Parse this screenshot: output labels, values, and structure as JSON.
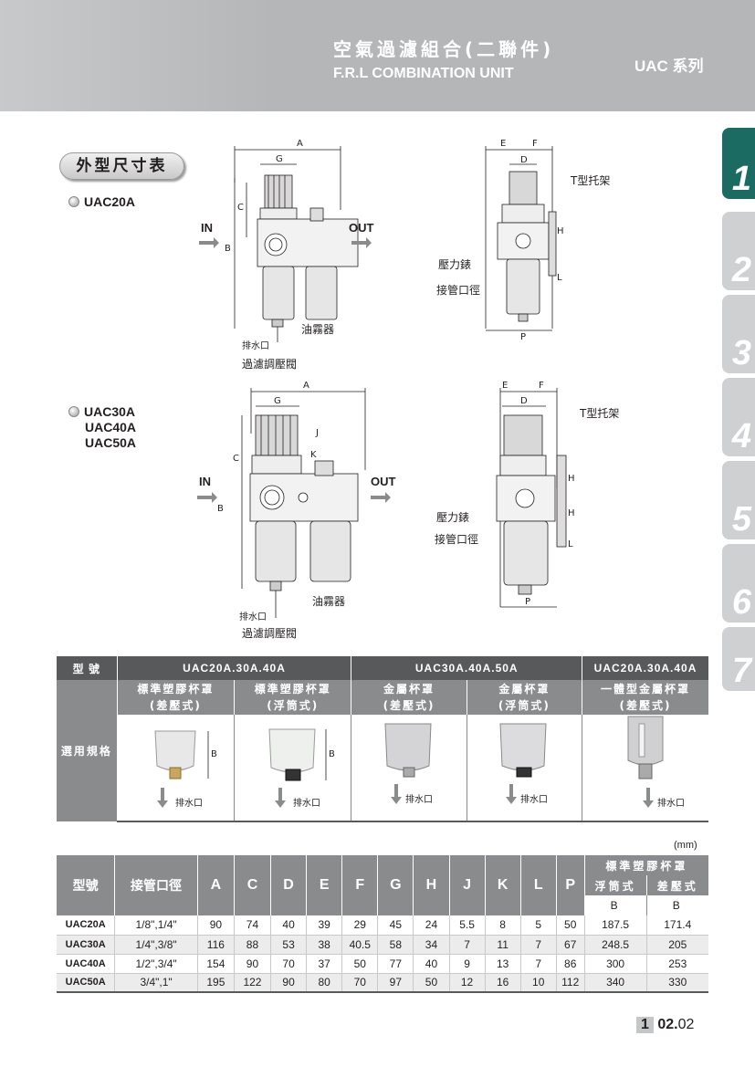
{
  "header": {
    "title_cn": "空氣過濾組合(二聯件)",
    "title_en": "F.R.L COMBINATION UNIT",
    "series": "UAC 系列"
  },
  "side_tabs": [
    "1",
    "2",
    "3",
    "4",
    "5",
    "6",
    "7"
  ],
  "section_title": "外型尺寸表",
  "models": {
    "group1": [
      "UAC20A"
    ],
    "group2": [
      "UAC30A",
      "UAC40A",
      "UAC50A"
    ]
  },
  "drawing_labels": {
    "in": "IN",
    "out": "OUT",
    "dim_A": "A",
    "dim_B": "B",
    "dim_C": "C",
    "dim_D": "D",
    "dim_E": "E",
    "dim_F": "F",
    "dim_G": "G",
    "dim_H": "H",
    "dim_J": "J",
    "dim_K": "K",
    "dim_L": "L",
    "dim_P": "P",
    "bracket": "T型托架",
    "gauge": "壓力錶",
    "port": "接管口徑",
    "lubricator": "油霧器",
    "drain": "排水口",
    "filter_regulator": "過濾調壓閥"
  },
  "spec_table": {
    "model_header": "型 號",
    "group_headers": [
      "UAC20A.30A.40A",
      "UAC30A.40A.50A",
      "UAC20A.30A.40A"
    ],
    "bowl_types": [
      {
        "line1": "標準塑膠杯罩",
        "line2": "(差壓式)"
      },
      {
        "line1": "標準塑膠杯罩",
        "line2": "(浮筒式)"
      },
      {
        "line1": "金屬杯罩",
        "line2": "(差壓式)"
      },
      {
        "line1": "金屬杯罩",
        "line2": "(浮筒式)"
      },
      {
        "line1": "一體型金屬杯罩",
        "line2": "(差壓式)"
      }
    ],
    "row_label": "選用規格",
    "drain_label": "排水口",
    "dim_label": "B"
  },
  "dim_table": {
    "unit": "(mm)",
    "headers": [
      "型號",
      "接管口徑",
      "A",
      "C",
      "D",
      "E",
      "F",
      "G",
      "H",
      "J",
      "K",
      "L",
      "P"
    ],
    "bowl_header": "標準塑膠杯罩",
    "bowl_sub": [
      "浮筒式",
      "差壓式"
    ],
    "bowl_dim": [
      "B",
      "B"
    ],
    "rows": [
      [
        "UAC20A",
        "1/8\",1/4\"",
        "90",
        "74",
        "40",
        "39",
        "29",
        "45",
        "24",
        "5.5",
        "8",
        "5",
        "50",
        "187.5",
        "171.4"
      ],
      [
        "UAC30A",
        "1/4\",3/8\"",
        "116",
        "88",
        "53",
        "38",
        "40.5",
        "58",
        "34",
        "7",
        "11",
        "7",
        "67",
        "248.5",
        "205"
      ],
      [
        "UAC40A",
        "1/2\",3/4\"",
        "154",
        "90",
        "70",
        "37",
        "50",
        "77",
        "40",
        "9",
        "13",
        "7",
        "86",
        "300",
        "253"
      ],
      [
        "UAC50A",
        "3/4\",1\"",
        "195",
        "122",
        "90",
        "80",
        "70",
        "97",
        "50",
        "12",
        "16",
        "10",
        "112",
        "340",
        "330"
      ]
    ]
  },
  "page": {
    "chapter": "1",
    "number": "02.",
    "sub": "02"
  }
}
